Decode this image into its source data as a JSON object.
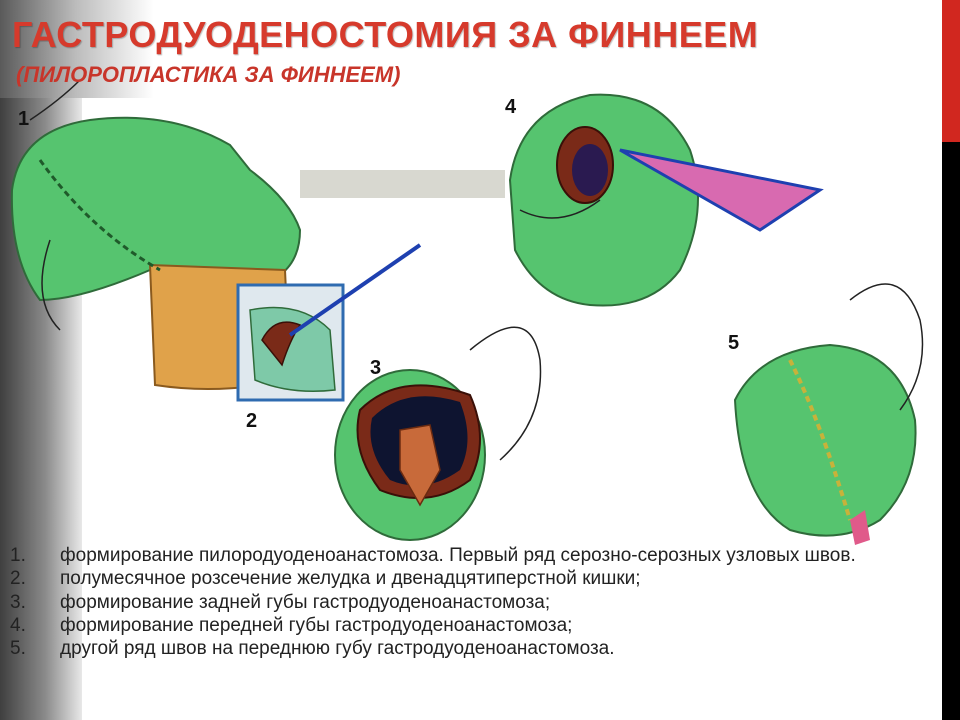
{
  "title": "ГАСТРОДУОДЕНОСТОМИЯ ЗА ФИННЕЕМ",
  "subtitle": "(ПИЛОРОПЛАСТИКА ЗА ФИННЕЕМ)",
  "figure_labels": {
    "f1": "1",
    "f2": "2",
    "f3": "3",
    "f4": "4",
    "f5": "5"
  },
  "steps": [
    {
      "num": "1.",
      "text": "формирование пилородуоденоанастомоза. Первый ряд серозно-серозных узловых швов."
    },
    {
      "num": "2.",
      "text": "полумесячное розсечение желудка и двенадцятиперстной кишки;"
    },
    {
      "num": "3.",
      "text": "формирование задней губы гастродуоденоанастомоза;"
    },
    {
      "num": "4.",
      "text": "формирование передней губы гастродуоденоанастомоза;"
    },
    {
      "num": "5.",
      "text": "другой ряд швов на переднюю губу гастродуоденоанастомоза."
    }
  ],
  "colors": {
    "title": "#d63a2c",
    "accent_red": "#d1271f",
    "tissue_green": "#4fbf6a",
    "tissue_orange": "#d99a3a"
  }
}
